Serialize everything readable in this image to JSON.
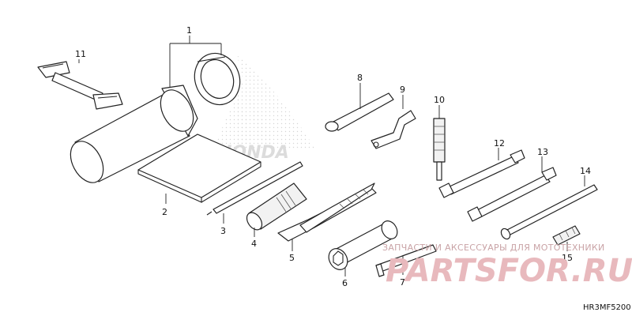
{
  "diagram": {
    "callouts": {
      "c1": "1",
      "c2": "2",
      "c3": "3",
      "c4": "4",
      "c5": "5",
      "c6": "6",
      "c7": "7",
      "c8": "8",
      "c9": "9",
      "c10": "10",
      "c11": "11",
      "c12": "12",
      "c13": "13",
      "c14": "14",
      "c15": "15"
    },
    "diagram_code": "HR3MF5200"
  },
  "watermark": {
    "tagline": "ЗАПЧАСТИ И АКСЕССУАРЫ ДЛЯ МОТОТЕХНИКИ",
    "logo": "PARTSFOR.RU",
    "logo_color": "#e8b9bd",
    "honda_logo_text": "HONDA"
  },
  "colors": {
    "line": "#222222",
    "watermark": "#e8b9bd",
    "background": "#ffffff"
  }
}
